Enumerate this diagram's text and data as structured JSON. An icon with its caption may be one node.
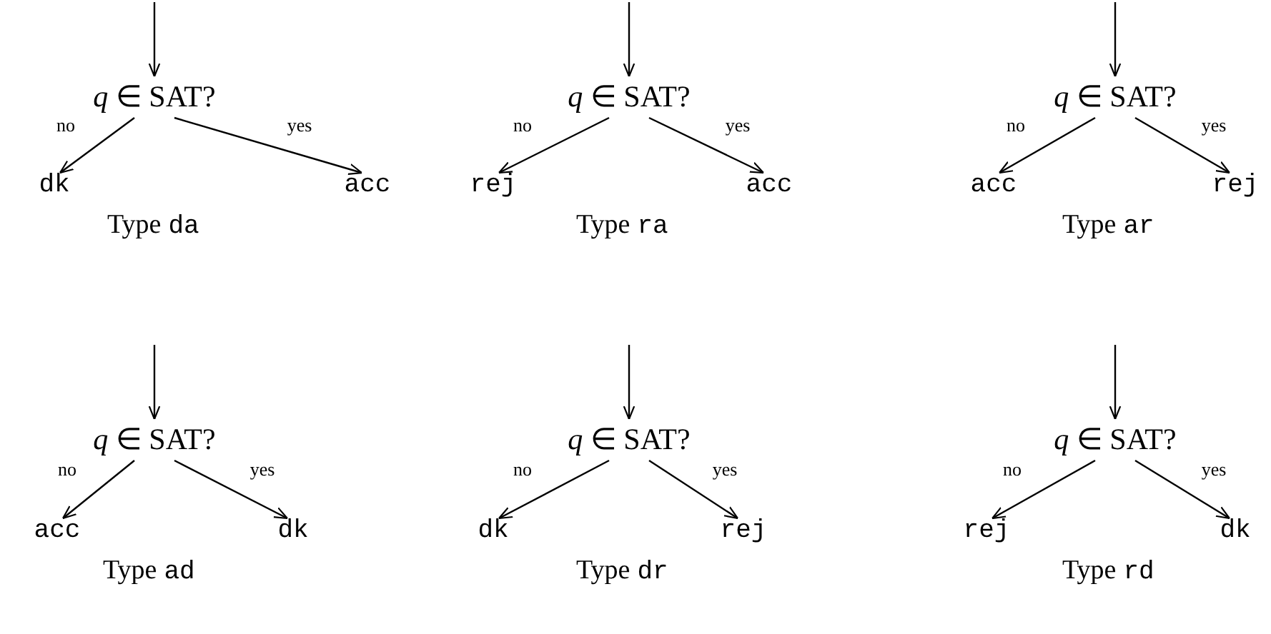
{
  "diagram": {
    "nodes": [
      {
        "text": [
          "*q* ∈ SAT?"
        ]
      },
      {
        "text": [
          "dk"
        ]
      },
      {
        "text": [
          "acc"
        ]
      },
      {
        "text": [
          "*q* ∈ SAT?"
        ]
      },
      {
        "text": [
          "rej"
        ]
      },
      {
        "text": [
          "acc"
        ]
      },
      {
        "text": [
          "*q* ∈ SAT?"
        ]
      },
      {
        "text": [
          "acc"
        ]
      },
      {
        "text": [
          "rej"
        ]
      },
      {
        "text": [
          "*q* ∈ SAT?"
        ]
      },
      {
        "text": [
          "acc"
        ]
      },
      {
        "text": [
          "dk"
        ]
      },
      {
        "text": [
          "*q* ∈ SAT?"
        ]
      },
      {
        "text": [
          "dk"
        ]
      },
      {
        "text": [
          "rej"
        ]
      },
      {
        "text": [
          "*q* ∈ SAT?"
        ]
      },
      {
        "text": [
          "rej"
        ]
      },
      {
        "text": [
          "dk"
        ]
      }
    ],
    "edges": [
      {
        "from": null,
        "to": 0,
        "arrow": "to"
      },
      {
        "from": 0,
        "to": 1,
        "arrow": "to",
        "label": "no"
      },
      {
        "from": 0,
        "to": 2,
        "arrow": "to",
        "label": "yes"
      },
      {
        "from": null,
        "to": 3,
        "arrow": "to"
      },
      {
        "from": 3,
        "to": 4,
        "arrow": "to",
        "label": "no"
      },
      {
        "from": 3,
        "to": 5,
        "arrow": "to",
        "label": "yes"
      },
      {
        "from": null,
        "to": 6,
        "arrow": "to"
      },
      {
        "from": 6,
        "to": 7,
        "arrow": "to",
        "label": "no"
      },
      {
        "from": 6,
        "to": 8,
        "arrow": "to",
        "label": "yes"
      },
      {
        "from": null,
        "to": 9,
        "arrow": "to"
      },
      {
        "from": 9,
        "to": 10,
        "arrow": "to",
        "label": "no"
      },
      {
        "from": 9,
        "to": 11,
        "arrow": "to",
        "label": "yes"
      },
      {
        "from": null,
        "to": 12,
        "arrow": "to"
      },
      {
        "from": 12,
        "to": 13,
        "arrow": "to",
        "label": "no"
      },
      {
        "from": 12,
        "to": 14,
        "arrow": "to",
        "label": "yes"
      },
      {
        "from": null,
        "to": 15,
        "arrow": "to"
      },
      {
        "from": 15,
        "to": 16,
        "arrow": "to",
        "label": "no"
      },
      {
        "from": 15,
        "to": 17,
        "arrow": "to",
        "label": "yes"
      }
    ],
    "labels": [
      "Type",
      "da",
      "Type",
      "ra",
      "Type",
      "ar",
      "Type",
      "ad",
      "Type",
      "dr",
      "Type",
      "rd"
    ]
  }
}
